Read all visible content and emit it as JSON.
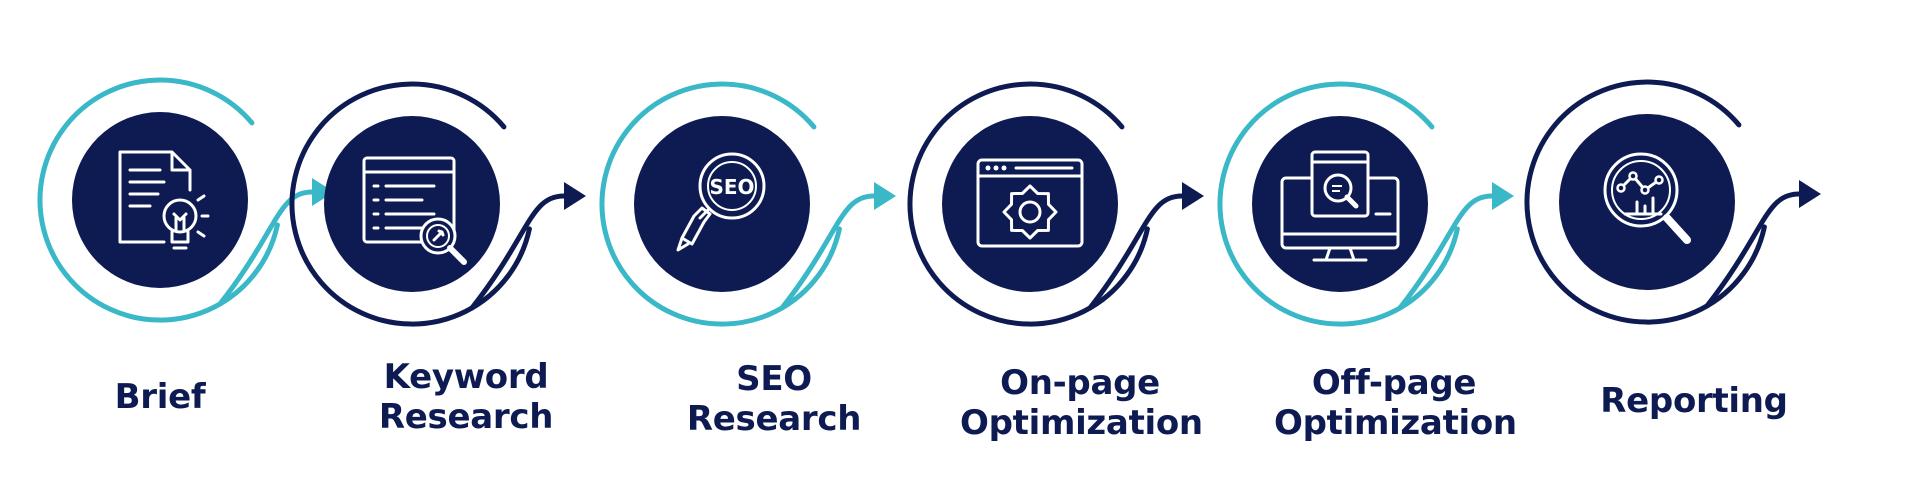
{
  "colors": {
    "navy": "#0d1b52",
    "teal": "#3ab8c8",
    "icon_stroke": "#ffffff"
  },
  "steps": [
    {
      "label_lines": [
        "Brief"
      ],
      "ring": "teal",
      "icon": "document-lightbulb-icon"
    },
    {
      "label_lines": [
        "Keyword",
        "Research"
      ],
      "ring": "navy",
      "icon": "keyword-search-icon"
    },
    {
      "label_lines": [
        "SEO",
        "Research"
      ],
      "ring": "teal",
      "icon": "seo-magnifier-icon"
    },
    {
      "label_lines": [
        "On-page",
        "Optimization"
      ],
      "ring": "navy",
      "icon": "browser-gear-icon"
    },
    {
      "label_lines": [
        "Off-page",
        "Optimization"
      ],
      "ring": "teal",
      "icon": "monitor-search-icon"
    },
    {
      "label_lines": [
        "Reporting"
      ],
      "ring": "navy",
      "icon": "analytics-magnifier-icon"
    }
  ]
}
